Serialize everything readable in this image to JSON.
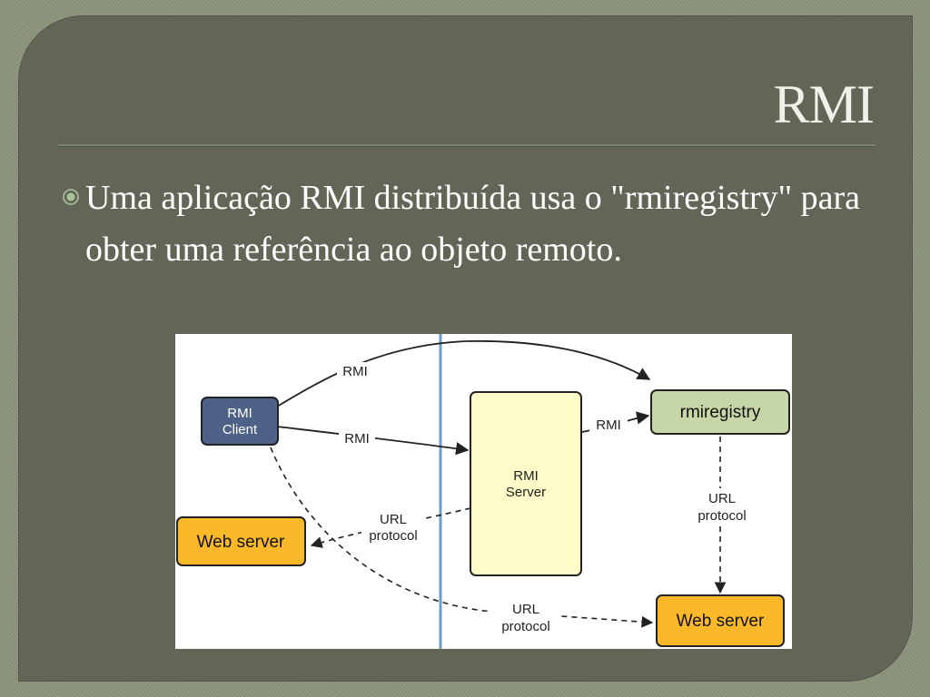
{
  "slide": {
    "title": "RMI",
    "bullets": [
      "Uma aplicação RMI distribuída usa o \"rmiregistry\" para obter uma referência ao objeto remoto."
    ]
  },
  "diagram": {
    "nodes": {
      "client_line1": "RMI",
      "client_line2": "Client",
      "server_line1": "RMI",
      "server_line2": "Server",
      "registry": "rmiregistry",
      "web_server_left": "Web server",
      "web_server_right": "Web server"
    },
    "edges": {
      "client_to_registry": "RMI",
      "client_to_server": "RMI",
      "server_to_registry": "RMI",
      "server_to_webleft_1": "URL",
      "server_to_webleft_2": "protocol",
      "registry_to_webright_1": "URL",
      "registry_to_webright_2": "protocol",
      "client_to_webright_1": "URL",
      "client_to_webright_2": "protocol"
    },
    "colors": {
      "client": "#4e6186",
      "server": "#fefcc8",
      "registry": "#c7d6a6",
      "web_server": "#fbb92a",
      "divider": "#6e9ec2"
    }
  }
}
